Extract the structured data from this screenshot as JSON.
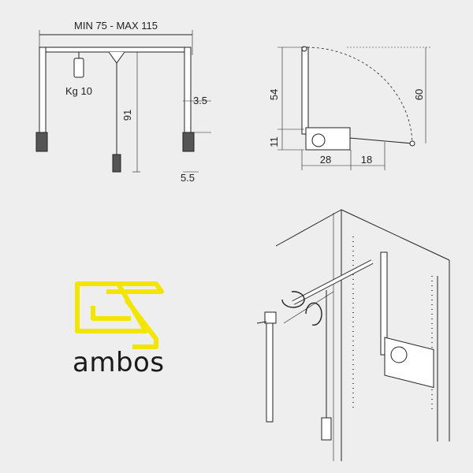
{
  "front_view": {
    "width_label": "MIN 75 - MAX 115",
    "load_label": "Kg 10",
    "height_label": "91",
    "offset_label": "3.5",
    "depth_label": "5.5"
  },
  "side_view": {
    "height_label": "54",
    "radius_label": "60",
    "base_label": "11",
    "length_a_label": "28",
    "length_b_label": "18"
  },
  "brand": {
    "name": "ambos",
    "color": "#f2e600"
  }
}
